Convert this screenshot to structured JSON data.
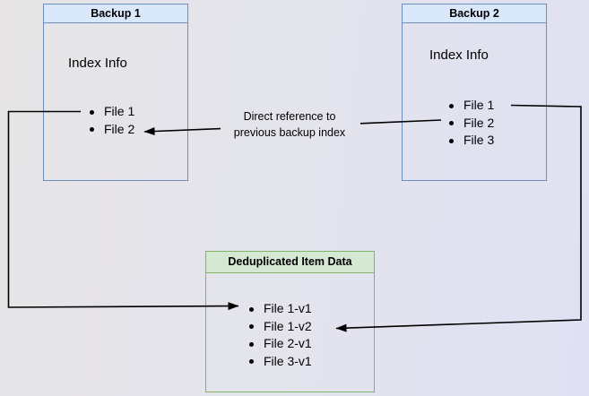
{
  "boxes": {
    "backup1": {
      "title": "Backup 1",
      "subtitle": "Index Info",
      "items": [
        "File 1",
        "File 2"
      ]
    },
    "backup2": {
      "title": "Backup 2",
      "subtitle": "Index Info",
      "items": [
        "File 1",
        "File 2",
        "File 3"
      ]
    },
    "dedup": {
      "title": "Deduplicated Item Data",
      "items": [
        "File 1-v1",
        "File 1-v2",
        "File 2-v1",
        "File 3-v1"
      ]
    }
  },
  "edge_label": {
    "line1": "Direct reference to",
    "line2": "previous backup index"
  },
  "colors": {
    "blue_border": "#6c8ebf",
    "blue_header_fill": "#dae8fc",
    "green_border": "#82b366",
    "green_header_fill": "#d5e8d4",
    "arrow": "#000000",
    "background_left": "#e7e5e6",
    "background_right": "#dfe1f3"
  }
}
